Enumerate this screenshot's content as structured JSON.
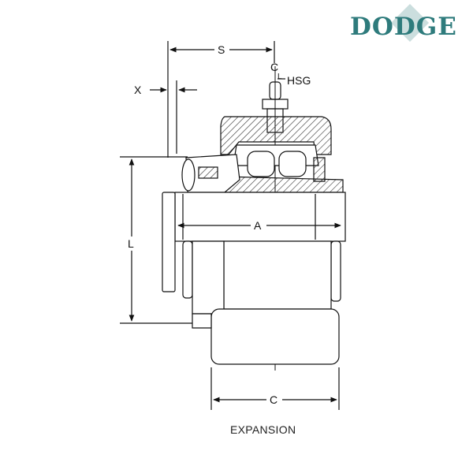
{
  "brand": {
    "logo_text": "DODGE",
    "color": "#2e7b7c"
  },
  "caption": "EXPANSION",
  "labels": {
    "s": "S",
    "x": "X",
    "cl": "C",
    "cl_sub": "L",
    "hsg": "HSG",
    "a": "A",
    "l": "L",
    "c": "C"
  },
  "colors": {
    "line": "#111111",
    "hatch": "#333333"
  }
}
